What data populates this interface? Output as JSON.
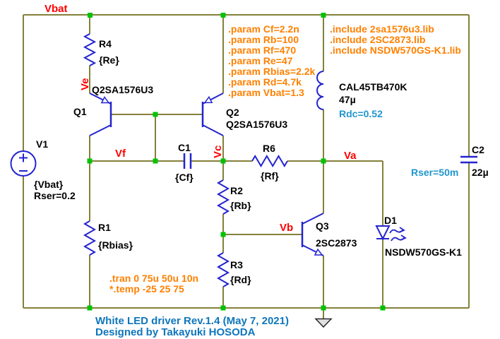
{
  "schematic": {
    "net_labels": {
      "vbat": "Vbat",
      "ve": "Ve",
      "vf": "Vf",
      "vc": "Vc",
      "va": "Va",
      "vb": "Vb"
    },
    "components": {
      "v1_name": "V1",
      "v1_value": "{Vbat}",
      "v1_series_r": "Rser=0.2",
      "r4_name": "R4",
      "r4_value": "{Re}",
      "r1_name": "R1",
      "r1_value": "{Rbias}",
      "r2_name": "R2",
      "r2_value": "{Rb}",
      "r3_name": "R3",
      "r3_value": "{Rd}",
      "r6_name": "R6",
      "r6_value": "{Rf}",
      "c1_name": "C1",
      "c1_value": "{Cf}",
      "c2_name": "C2",
      "c2_value": "22µ",
      "c2_series_r": "Rser=50m",
      "l1_part": "CAL45TB470K",
      "l1_value": "47µ",
      "l1_dcr": "Rdc=0.52",
      "q1_name": "Q1",
      "q1_value": "Q2SA1576U3",
      "q2_name": "Q2",
      "q2_value": "Q2SA1576U3",
      "q3_name": "Q3",
      "q3_value": "2SC2873",
      "d1_name": "D1",
      "d1_value": "NSDW570GS-K1"
    },
    "directives": {
      "params": [
        ".param Cf=2.2n",
        ".param Rb=100",
        ".param Rf=470",
        ".param Re=47",
        ".param Rbias=2.2k",
        ".param Rd=4.7k",
        ".param Vbat=1.3"
      ],
      "includes": [
        ".include 2sa1576u3.lib",
        ".include 2SC2873.lib",
        ".include NSDW570GS-K1.lib"
      ],
      "analysis": ".tran 0 75u 50u 10n",
      "temp_comment": "*.temp -25 25 75"
    },
    "title_block": {
      "line1": "White LED driver Rev.1.4 (May 7, 2021)",
      "line2": "Designed by Takayuki HOSODA"
    },
    "colors": {
      "wire": "#84803a",
      "component": "#2424cf",
      "junction": "#00c300",
      "net_label": "#ff0000",
      "directive": "#ff8000",
      "component_text": "#000000",
      "title_text": "#0e76bc",
      "annotation_text": "#2196ce",
      "background": "#ffffff"
    }
  }
}
